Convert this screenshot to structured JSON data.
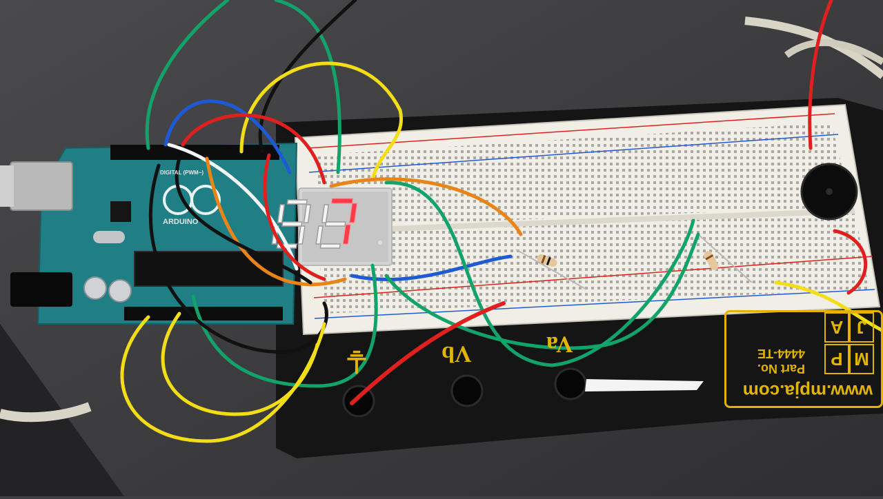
{
  "scene": {
    "description_tags": [
      "arduino",
      "breadboard",
      "seven-segment",
      "jumper-wires",
      "buzzer",
      "resistors"
    ],
    "colors": {
      "table": "#3f3f41",
      "arduino_pcb": "#1f7f84",
      "breadboard": "#f1eee6",
      "panel": "#151516",
      "label_yellow": "#e0b400",
      "segment_on": "#ff3b4a",
      "wire_green": "#12a36b",
      "wire_red": "#e0201e",
      "wire_yellow": "#f2dd16",
      "wire_blue": "#1f5ad6",
      "wire_black": "#111111",
      "wire_white": "#f5f5f5",
      "wire_orange": "#e88418"
    }
  },
  "display": {
    "left_digit": "8",
    "right_digit": "7",
    "lit_digit": "7"
  },
  "panel_labels": {
    "va": "Va",
    "vb": "Vb",
    "ground": "⏚"
  },
  "nameplate": {
    "url": "www.mpja.com",
    "part_label": "Part No.",
    "part_number": "4444-TE",
    "logo_letters": [
      "M",
      "P",
      "J",
      "A"
    ]
  },
  "arduino": {
    "logo_text": "ARDUINO",
    "header_text": "DIGITAL (PWM~)"
  }
}
